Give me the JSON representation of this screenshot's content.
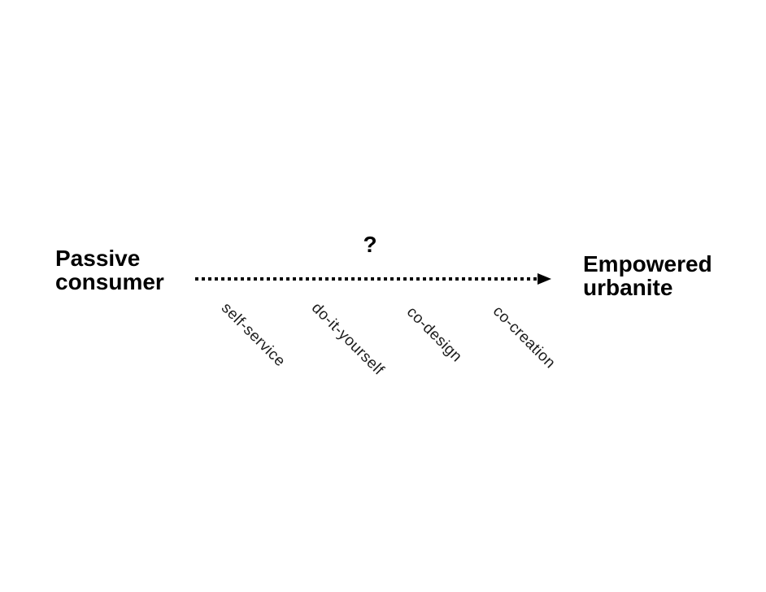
{
  "diagram": {
    "left_endpoint": {
      "line1": "Passive",
      "line2": "consumer"
    },
    "right_endpoint": {
      "line1": "Empowered",
      "line2": "urbanite"
    },
    "question_mark": "?",
    "arrow": {
      "style": "dotted",
      "direction": "right",
      "color": "#000000"
    },
    "stages": [
      {
        "label": "self-service"
      },
      {
        "label": "do-it-yourself"
      },
      {
        "label": "co-design"
      },
      {
        "label": "co-creation"
      }
    ],
    "colors": {
      "background": "#ffffff",
      "endpoint_text": "#000000",
      "stage_text": "#1c1c1c"
    }
  }
}
